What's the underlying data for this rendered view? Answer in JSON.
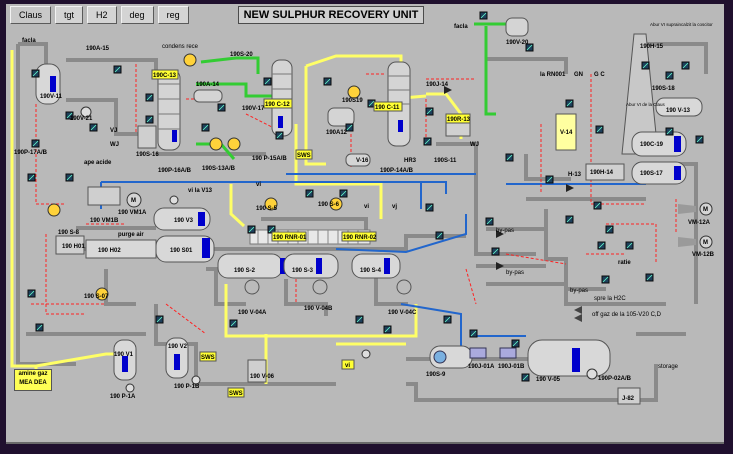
{
  "toolbar": {
    "tabs": [
      "Claus",
      "tgt",
      "H2",
      "deg",
      "reg"
    ]
  },
  "screen": {
    "title": "NEW SULPHUR RECOVERY UNIT"
  },
  "labels": {
    "facla": "facla",
    "facla2": "facla",
    "condens_rece": "condens rece",
    "ape_acide": "ape acide",
    "purge_air": "purge air",
    "vi_la_v13": "vi la V13",
    "by_pas1": "by-pas",
    "by_pas2": "by-pas",
    "by_pas3": "by-pas",
    "spre_h2c": "spre la H2C",
    "off_gaz": "off gaz de la 105-V20 C,D",
    "storage": "storage",
    "amine": "amine gaz MEA DEA",
    "la_rn": "la RN001",
    "gn": "GN",
    "gc": "G C",
    "abur": "Abur VI supraincalzit la coscitor",
    "abur2": "Abur VI de la Claus",
    "ratie": "ratie"
  },
  "yellow_tags": {
    "c13": "190C-13",
    "c12": "190 C-12",
    "c11": "190 C-11",
    "r13": "190R-13",
    "rnr01": "190 RNR-01",
    "rnr02": "190 RNR-02",
    "sws1": "SWS",
    "sws2": "SWS",
    "sws3": "SWS",
    "vi1": "vi"
  },
  "equipment": [
    {
      "id": "190A-15",
      "label": "190A-15"
    },
    {
      "id": "190V-11",
      "label": "190V-11"
    },
    {
      "id": "190V-21",
      "label": "190V-21"
    },
    {
      "id": "190S-16",
      "label": "190S-16"
    },
    {
      "id": "190P-16",
      "label": "190P-16A/B"
    },
    {
      "id": "190A-14",
      "label": "190A-14"
    },
    {
      "id": "190S-20",
      "label": "190S-20"
    },
    {
      "id": "190V-17",
      "label": "190V-17"
    },
    {
      "id": "190S-13",
      "label": "190S-13A/B"
    },
    {
      "id": "190P-15",
      "label": "190 P-15A/B"
    },
    {
      "id": "190S19",
      "label": "190S19"
    },
    {
      "id": "190A12",
      "label": "190A12"
    },
    {
      "id": "190J-14",
      "label": "190J-14"
    },
    {
      "id": "190P-14",
      "label": "190P-14A/B"
    },
    {
      "id": "V-16",
      "label": "V-16"
    },
    {
      "id": "HR3",
      "label": "HR3"
    },
    {
      "id": "190S-11",
      "label": "190S-11"
    },
    {
      "id": "190V-20",
      "label": "190V-20"
    },
    {
      "id": "190H-15",
      "label": "190H-15"
    },
    {
      "id": "190S-18",
      "label": "190S-18"
    },
    {
      "id": "190V-13",
      "label": "190 V-13"
    },
    {
      "id": "190C-19",
      "label": "190C-19"
    },
    {
      "id": "190S-17",
      "label": "190S-17"
    },
    {
      "id": "V-14",
      "label": "V-14"
    },
    {
      "id": "H-13",
      "label": "H-13"
    },
    {
      "id": "190H-14",
      "label": "190H-14"
    },
    {
      "id": "VM-12A",
      "label": "VM-12A"
    },
    {
      "id": "VM-12B",
      "label": "VM-12B"
    },
    {
      "id": "190P-17",
      "label": "190P-17A/B"
    },
    {
      "id": "190VM1A",
      "label": "190 VM1A"
    },
    {
      "id": "190VM1B",
      "label": "190 VM1B"
    },
    {
      "id": "190S-8",
      "label": "190 S-8"
    },
    {
      "id": "190H01",
      "label": "190 H01"
    },
    {
      "id": "190H02",
      "label": "190 H02"
    },
    {
      "id": "190V3",
      "label": "190 V3"
    },
    {
      "id": "190S01",
      "label": "190 S01"
    },
    {
      "id": "190S-5",
      "label": "190 S-5"
    },
    {
      "id": "190S-6",
      "label": "190 S-6"
    },
    {
      "id": "190S-2",
      "label": "190 S-2"
    },
    {
      "id": "190S-3",
      "label": "190 S-3"
    },
    {
      "id": "190S-4",
      "label": "190 S-4"
    },
    {
      "id": "190V-04A",
      "label": "190 V-04A"
    },
    {
      "id": "190V-04B",
      "label": "190 V-04B"
    },
    {
      "id": "190V-04C",
      "label": "190 V-04C"
    },
    {
      "id": "190S-07",
      "label": "190 S-07"
    },
    {
      "id": "190V1",
      "label": "190 V1"
    },
    {
      "id": "190V2",
      "label": "190 V2"
    },
    {
      "id": "190P-1A",
      "label": "190 P-1A"
    },
    {
      "id": "190P-1B",
      "label": "190 P-1B"
    },
    {
      "id": "190V-06",
      "label": "190 V-06"
    },
    {
      "id": "190S-9",
      "label": "190S-9"
    },
    {
      "id": "190J-01A",
      "label": "190J-01A"
    },
    {
      "id": "190J-01B",
      "label": "190J-01B"
    },
    {
      "id": "190V-05",
      "label": "190 V-05"
    },
    {
      "id": "190P-02",
      "label": "190P-02A/B"
    },
    {
      "id": "J-82",
      "label": "J-82"
    },
    {
      "id": "WJ1",
      "label": "WJ"
    },
    {
      "id": "WJ2",
      "label": "WJ"
    },
    {
      "id": "VJ",
      "label": "VJ"
    },
    {
      "id": "vi1",
      "label": "vi"
    },
    {
      "id": "vi2",
      "label": "vi"
    },
    {
      "id": "vj1",
      "label": "vj"
    }
  ],
  "colors": {
    "background": "#b9b9b9",
    "pipe_yellow": "#ffff66",
    "pipe_green": "#33cc33",
    "pipe_blue": "#2266cc",
    "pipe_red": "#ff2222",
    "level_blue": "#0000cc",
    "tag_yellow": "#ffff33"
  }
}
